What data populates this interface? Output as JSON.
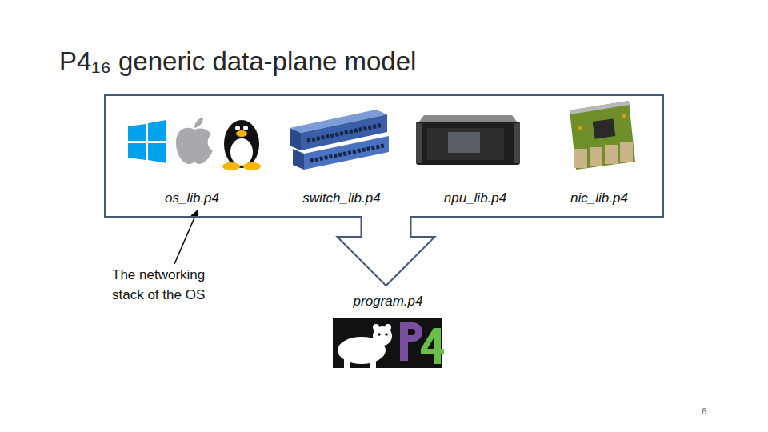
{
  "diagram": {
    "title": "P4₁₆ generic data-plane model",
    "nodes": [
      {
        "text": [
          "os_lib.p4",
          "switch_lib.p4",
          "npu_lib.p4",
          "nic_lib.p4"
        ]
      },
      {
        "text": [
          "program.p4"
        ]
      }
    ],
    "edges": [
      {
        "from": 0,
        "to": 1,
        "arrow": "to"
      }
    ],
    "labels": [
      "The networking stack of the OS",
      "6"
    ]
  }
}
